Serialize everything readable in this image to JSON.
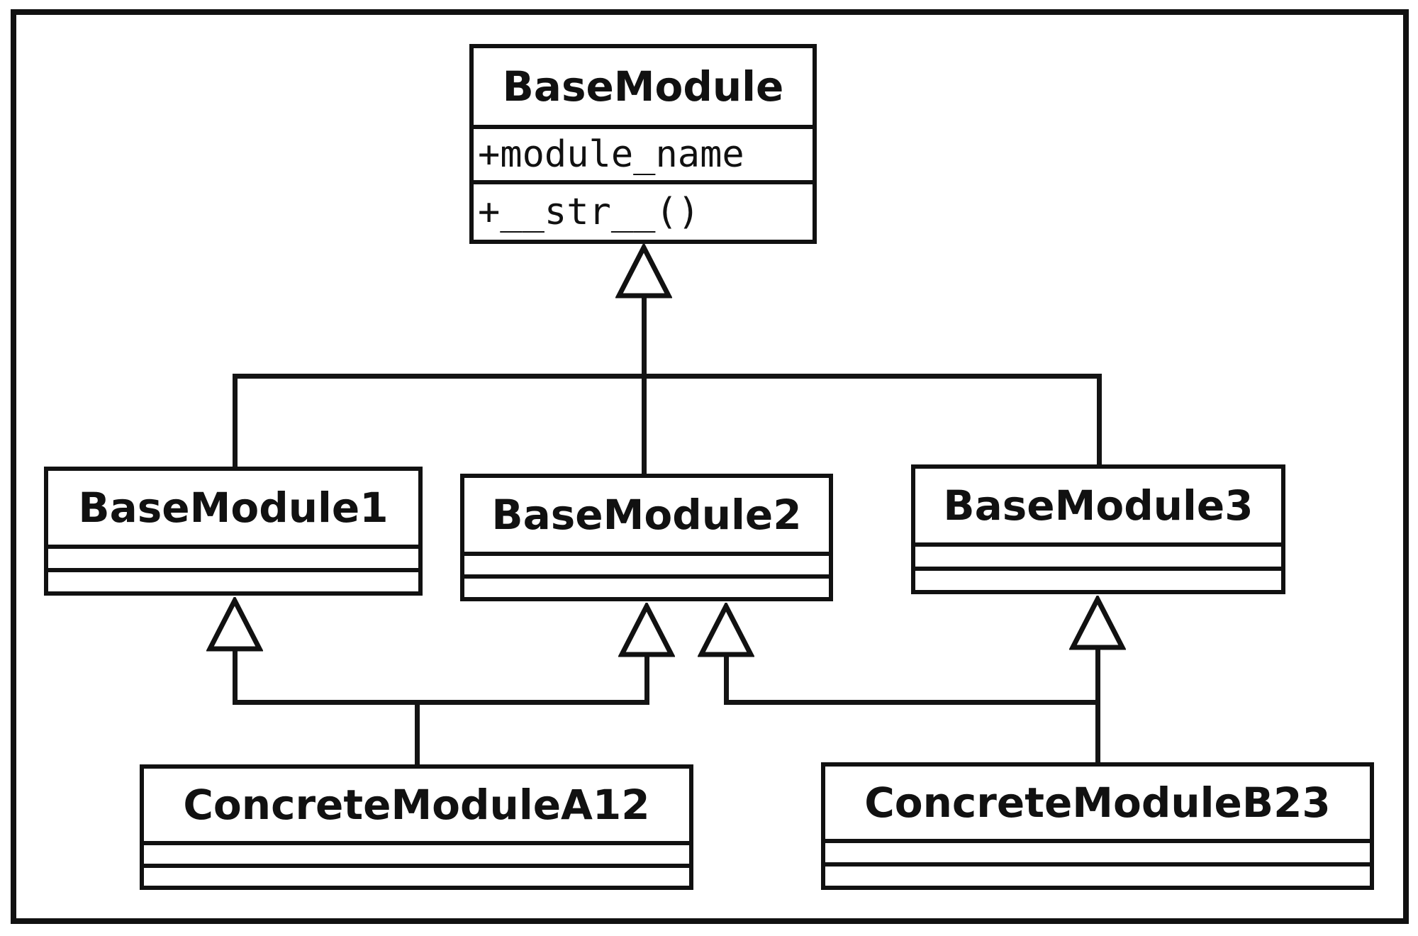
{
  "diagram": {
    "kind": "uml-class-diagram",
    "colors": {
      "background": "#ffffff",
      "line": "#141414",
      "box_border": "#111111",
      "box_fill": "#ffffff",
      "text": "#111111"
    },
    "classes": [
      {
        "name": "BaseModule",
        "attributes": [
          "+module_name"
        ],
        "methods": [
          "+__str__()"
        ]
      },
      {
        "name": "BaseModule1",
        "attributes": [],
        "methods": []
      },
      {
        "name": "BaseModule2",
        "attributes": [],
        "methods": []
      },
      {
        "name": "BaseModule3",
        "attributes": [],
        "methods": []
      },
      {
        "name": "ConcreteModuleA12",
        "attributes": [],
        "methods": []
      },
      {
        "name": "ConcreteModuleB23",
        "attributes": [],
        "methods": []
      }
    ],
    "relationships": [
      {
        "from": "BaseModule1",
        "to": "BaseModule",
        "type": "inheritance"
      },
      {
        "from": "BaseModule2",
        "to": "BaseModule",
        "type": "inheritance"
      },
      {
        "from": "BaseModule3",
        "to": "BaseModule",
        "type": "inheritance"
      },
      {
        "from": "ConcreteModuleA12",
        "to": "BaseModule1",
        "type": "inheritance"
      },
      {
        "from": "ConcreteModuleA12",
        "to": "BaseModule2",
        "type": "inheritance"
      },
      {
        "from": "ConcreteModuleB23",
        "to": "BaseModule2",
        "type": "inheritance"
      },
      {
        "from": "ConcreteModuleB23",
        "to": "BaseModule3",
        "type": "inheritance"
      }
    ]
  }
}
